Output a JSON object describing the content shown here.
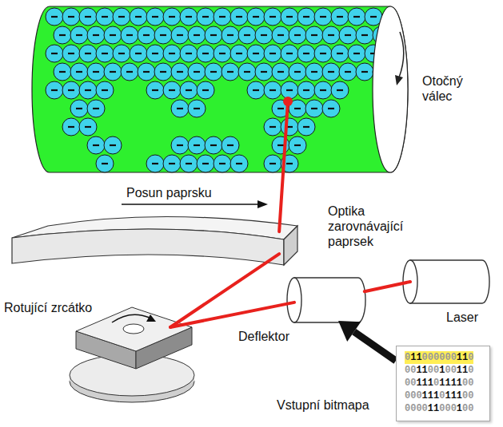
{
  "diagram": {
    "nodes": [
      {
        "text": [
          "Otočný válec"
        ]
      },
      {
        "text": [
          "Optika zarovnávající paprsek"
        ]
      },
      {
        "text": [
          "Rotující zrcátko"
        ]
      },
      {
        "text": [
          "Deflektor"
        ]
      },
      {
        "text": [
          "Laser"
        ]
      },
      {
        "text": [
          "Vstupní bitmapa",
          "011000000110",
          "001100100110",
          "001110111100",
          "000111011100",
          "000011000100"
        ]
      }
    ],
    "edges": [
      {
        "from": 4,
        "to": 3,
        "arrow": "none"
      },
      {
        "from": 3,
        "to": 2,
        "arrow": "none"
      },
      {
        "from": 2,
        "to": 1,
        "arrow": "none"
      },
      {
        "from": 1,
        "to": 0,
        "arrow": "none"
      },
      {
        "from": 5,
        "to": 3,
        "arrow": "to"
      }
    ],
    "labels": [
      "Posun paprsku"
    ]
  }
}
